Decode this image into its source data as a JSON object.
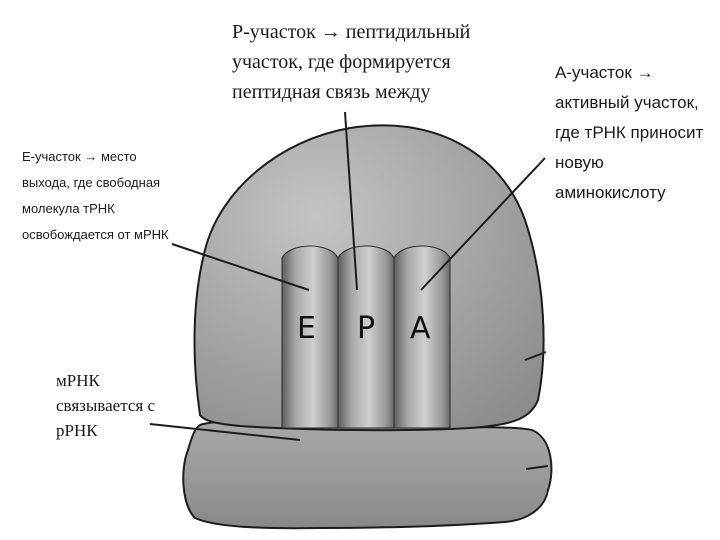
{
  "labels": {
    "p_site": {
      "line1": "Р-участок → пептидильный",
      "line2": "участок, где формируется",
      "line3": "пептидная связь между"
    },
    "a_site": {
      "line1": "А-участок →",
      "line2": "активный участок,",
      "line3": "где тРНК приносит",
      "line4": "новую",
      "line5": "аминокислоту"
    },
    "e_site": {
      "line1": "Е-участок → место",
      "line2": "выхода, где свободная",
      "line3": "молекула тРНК",
      "line4": "освобождается от мРНК"
    },
    "mrna": {
      "line1": "мРНК",
      "line2": "связывается с",
      "line3": "рРНК"
    }
  },
  "sites": {
    "e": "E",
    "p": "P",
    "a": "A"
  },
  "colors": {
    "subunit_fill": "#a3a3a3",
    "subunit_stroke": "#1c1c1c",
    "column_light": "#c4c4c4",
    "column_dark": "#6f6f6f",
    "pointer": "#1c1c1c"
  }
}
